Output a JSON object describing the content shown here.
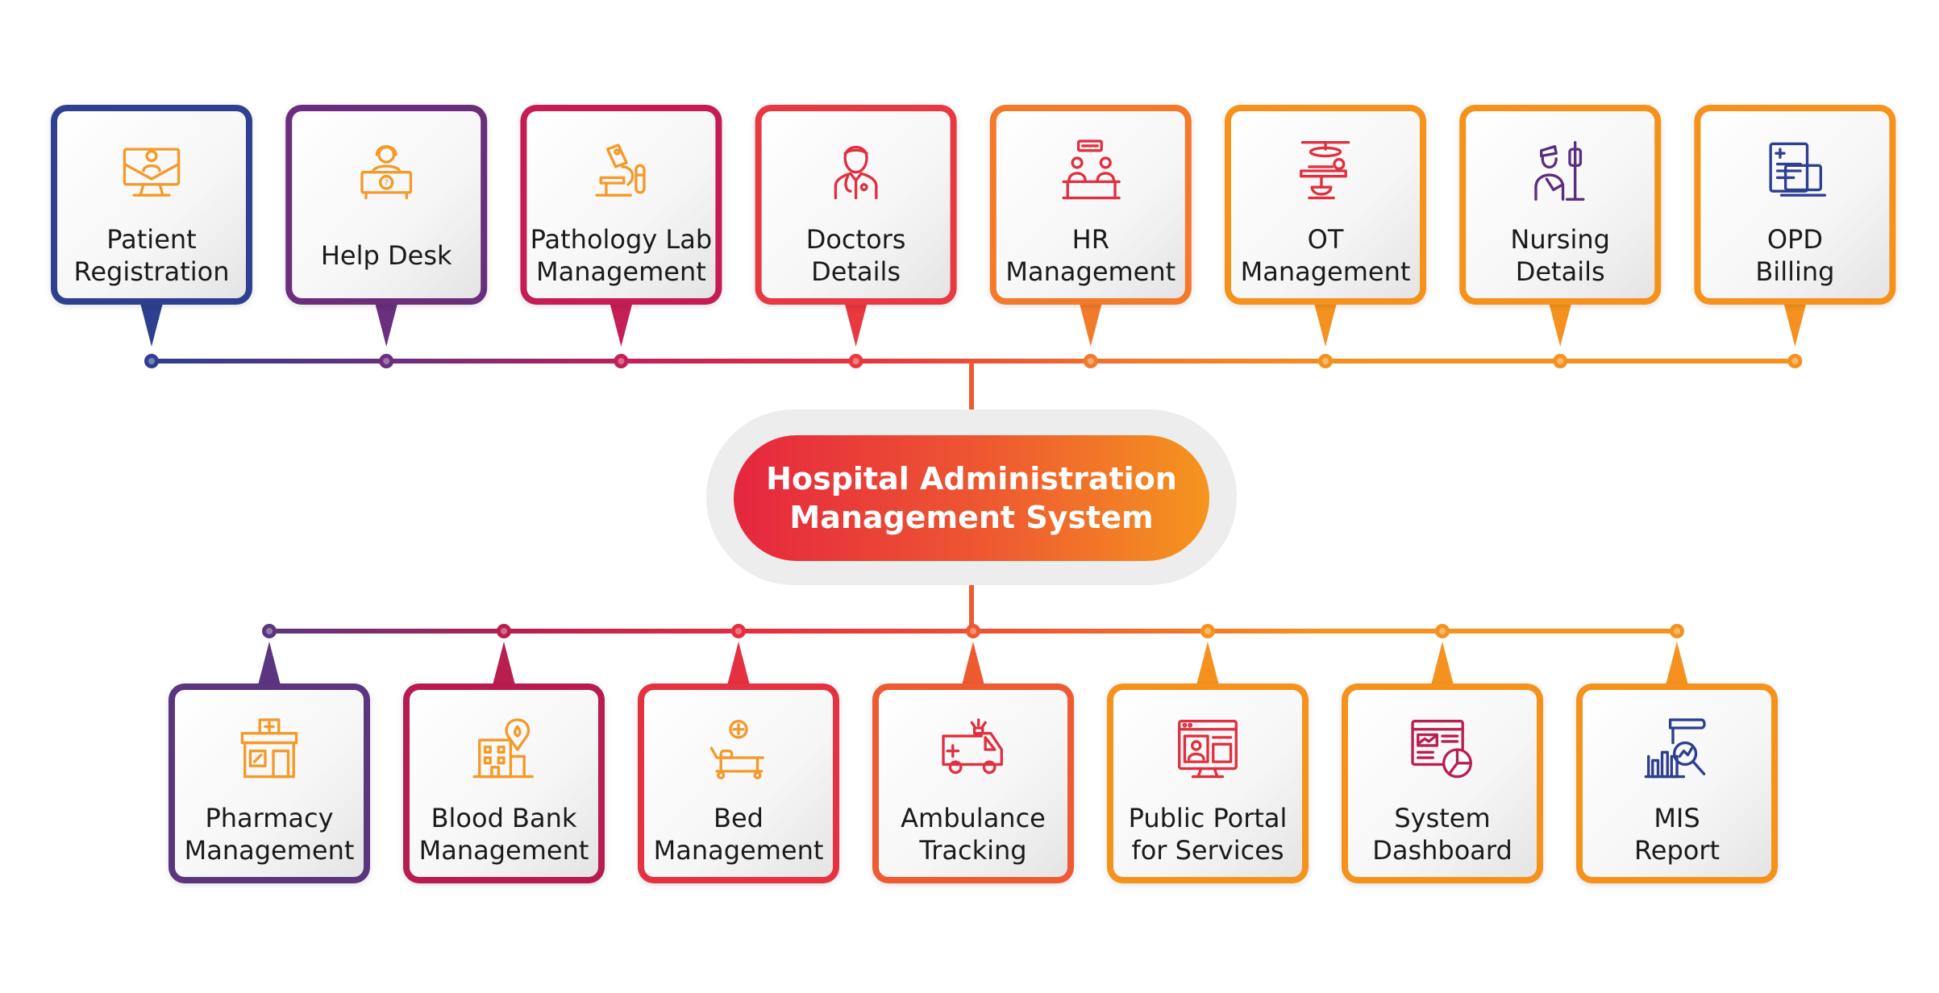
{
  "center": {
    "title_line1": "Hospital Administration",
    "title_line2": "Management System"
  },
  "top_modules": [
    {
      "line1": "Patient",
      "line2": "Registration",
      "icon": "patient-registration-icon",
      "color": "#2e3f8f"
    },
    {
      "line1": "Help Desk",
      "line2": "",
      "icon": "help-desk-icon",
      "color": "#6a2f7d"
    },
    {
      "line1": "Pathology Lab",
      "line2": "Management",
      "icon": "microscope-icon",
      "color": "#c51f55"
    },
    {
      "line1": "Doctors",
      "line2": "Details",
      "icon": "doctor-icon",
      "color": "#e8393f"
    },
    {
      "line1": "HR",
      "line2": "Management",
      "icon": "hr-interview-icon",
      "color": "#f27a2b"
    },
    {
      "line1": "OT",
      "line2": "Management",
      "icon": "operation-theatre-icon",
      "color": "#f5921f"
    },
    {
      "line1": "Nursing",
      "line2": "Details",
      "icon": "nurse-icon",
      "color": "#f5921f"
    },
    {
      "line1": "OPD",
      "line2": "Billing",
      "icon": "billing-icon",
      "color": "#f5921f"
    }
  ],
  "bottom_modules": [
    {
      "line1": "Pharmacy",
      "line2": "Management",
      "icon": "pharmacy-icon",
      "color": "#5b357f"
    },
    {
      "line1": "Blood Bank",
      "line2": "Management",
      "icon": "blood-bank-icon",
      "color": "#b81f4f"
    },
    {
      "line1": "Bed",
      "line2": "Management",
      "icon": "hospital-bed-icon",
      "color": "#e5303f"
    },
    {
      "line1": "Ambulance",
      "line2": "Tracking",
      "icon": "ambulance-icon",
      "color": "#ee5a30"
    },
    {
      "line1": "Public Portal",
      "line2": "for Services",
      "icon": "web-portal-icon",
      "color": "#f5921f"
    },
    {
      "line1": "System",
      "line2": "Dashboard",
      "icon": "dashboard-icon",
      "color": "#f5921f"
    },
    {
      "line1": "MIS",
      "line2": "Report",
      "icon": "report-analytics-icon",
      "color": "#f5921f"
    }
  ],
  "colors": {
    "navy": "#2e3f8f",
    "purple": "#6a2f7d",
    "magenta": "#c51f55",
    "red": "#e5303f",
    "orange": "#f5921f",
    "icon_orange": "#f39a2a",
    "icon_red": "#e0303f",
    "icon_purple": "#5a2e7d",
    "icon_navy": "#2e3f8f"
  }
}
